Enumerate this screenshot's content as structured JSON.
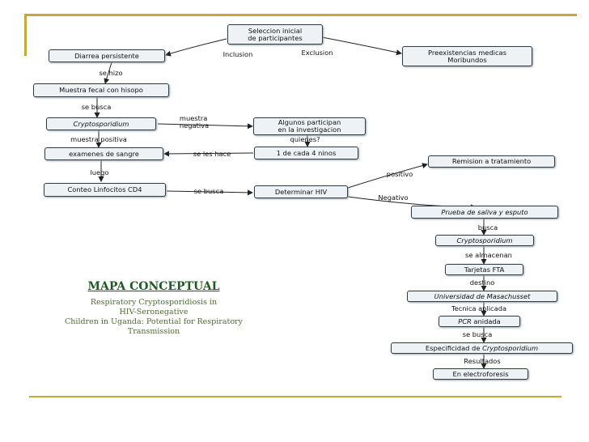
{
  "nodes": {
    "seleccion": "Seleccion inicial\nde participantes",
    "diarrea": "Diarrea persistente",
    "preexistencias": "Preexistencias medicas\nMoribundos",
    "muestra_fecal": "Muestra fecal con hisopo",
    "crypto1": "Cryptosporidium",
    "algunos": "Algunos participan\nen la investigacion",
    "examenes": "examenes de sangre",
    "uno_de_cada": "1 de cada 4 ninos",
    "conteo": "Conteo Linfocitos CD4",
    "determinar": "Determinar HIV",
    "remision": "Remision a tratamiento",
    "prueba": "Prueba de saliva y esputo",
    "crypto2": "Cryptosporidium",
    "tarjetas": "Tarjetas FTA",
    "universidad": "Universidad de Masachusset",
    "pcr_italic": "PCR",
    "pcr_rest": " anidada",
    "especificidad_plain": "Especificidad de ",
    "especificidad_italic": "Cryptosporidium",
    "electroforesis": "En electroforesis"
  },
  "links": {
    "inclusion": "Inclusion",
    "exclusion": "Exclusion",
    "se_hizo": "se hizo",
    "se_busca1": "se busca",
    "muestra_negativa": "muestra\nnegativa",
    "muestra_positiva": "muestra positiva",
    "quienes": "quienes?",
    "se_les_hace": "se les hace",
    "luego": "luego",
    "se_busca2": "se busca",
    "positivo": "positivo",
    "negativo": "Negativo",
    "busca": "busca",
    "se_almacenan": "se almacenan",
    "destino": "destino",
    "tecnica": "Tecnica aplicada",
    "se_busca3": "se busca",
    "resultados": "Resultados"
  },
  "caption": {
    "title": "MAPA CONCEPTUAL",
    "subtitle": "Respiratory Cryptosporidiosis in\nHIV-Seronegative\nChildren in Uganda: Potential for Respiratory\nTransmission"
  },
  "colors": {
    "frame": "#c9a63a",
    "node_fill": "#eef2f5",
    "node_border": "#2f3b45",
    "title": "#1f5a25",
    "subtitle": "#4e6e2e"
  }
}
